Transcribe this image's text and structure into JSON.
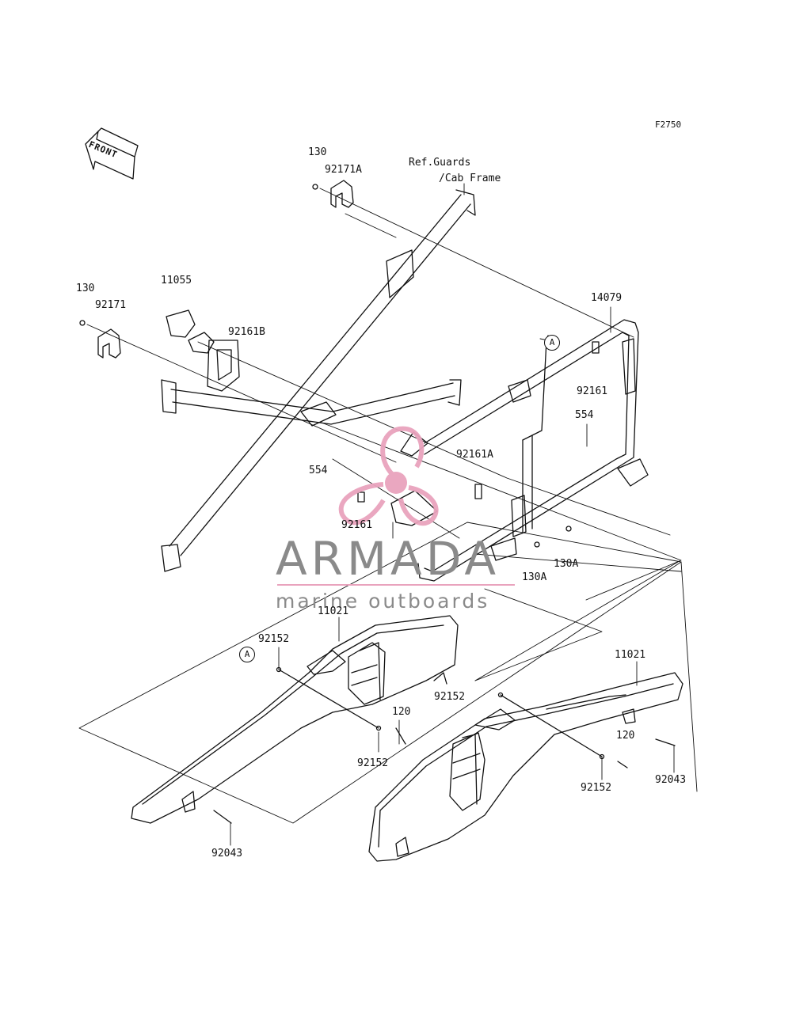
{
  "diagram_code": "F2750",
  "front_label": "FRONT",
  "reference_note": {
    "line1": "Ref.Guards",
    "line2": "/Cab Frame"
  },
  "watermark": {
    "brand": "ARMADA",
    "tagline": "marine outboards",
    "accent_color": "#e9a3bd",
    "text_color": "#8a8a8a"
  },
  "callout_marker": "A",
  "part_labels": {
    "p130_top": "130",
    "p92171A": "92171A",
    "p11055": "11055",
    "p130_left": "130",
    "p92171": "92171",
    "p92161B": "92161B",
    "p14079": "14079",
    "p92161_right": "92161",
    "p554_right": "554",
    "p554_left": "554",
    "p92161A": "92161A",
    "p92161_mid": "92161",
    "p130A_a": "130A",
    "p130A_b": "130A",
    "p11021_left": "11021",
    "p92152_left_top": "92152",
    "p120_left": "120",
    "p92152_left_bottom": "92152",
    "p92043_left": "92043",
    "p11021_right": "11021",
    "p92152_right_top": "92152",
    "p120_right": "120",
    "p92152_right_bottom": "92152",
    "p92043_right": "92043"
  }
}
